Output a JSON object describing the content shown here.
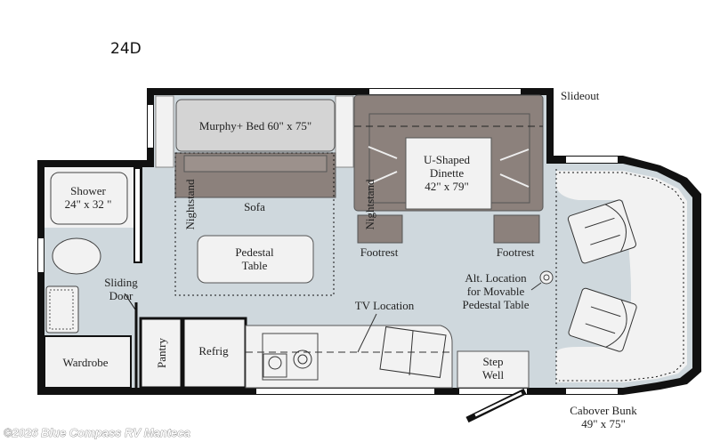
{
  "model": "24D",
  "colors": {
    "wall": "#111111",
    "floor": "#cfd8dd",
    "furniture_dark": "#8c817c",
    "furniture_light": "#d4d4d4",
    "fixture": "#f2f2f2"
  },
  "labels": {
    "slideout": "Slideout",
    "murphy_bed": "Murphy+ Bed 60\" x 75\"",
    "sofa": "Sofa",
    "nightstand_left": "Nightstand",
    "nightstand_right": "Nightstand",
    "pedestal_table": [
      "Pedestal",
      "Table"
    ],
    "shower": [
      "Shower",
      "24\" x 32 \""
    ],
    "sliding_door": [
      "Sliding",
      "Door"
    ],
    "wardrobe": "Wardrobe",
    "pantry": "Pantry",
    "refrig": "Refrig",
    "tv_location": "TV Location",
    "dinette": [
      "U-Shaped",
      "Dinette",
      "42\" x 79\""
    ],
    "footrest_left": "Footrest",
    "footrest_right": "Footrest",
    "alt_location": [
      "Alt. Location",
      "for Movable",
      "Pedestal Table"
    ],
    "step_well": [
      "Step",
      "Well"
    ],
    "cabover_bunk": [
      "Cabover Bunk",
      "49\" x 75\""
    ]
  },
  "watermark": "©2026 Blue Compass RV Manteca"
}
